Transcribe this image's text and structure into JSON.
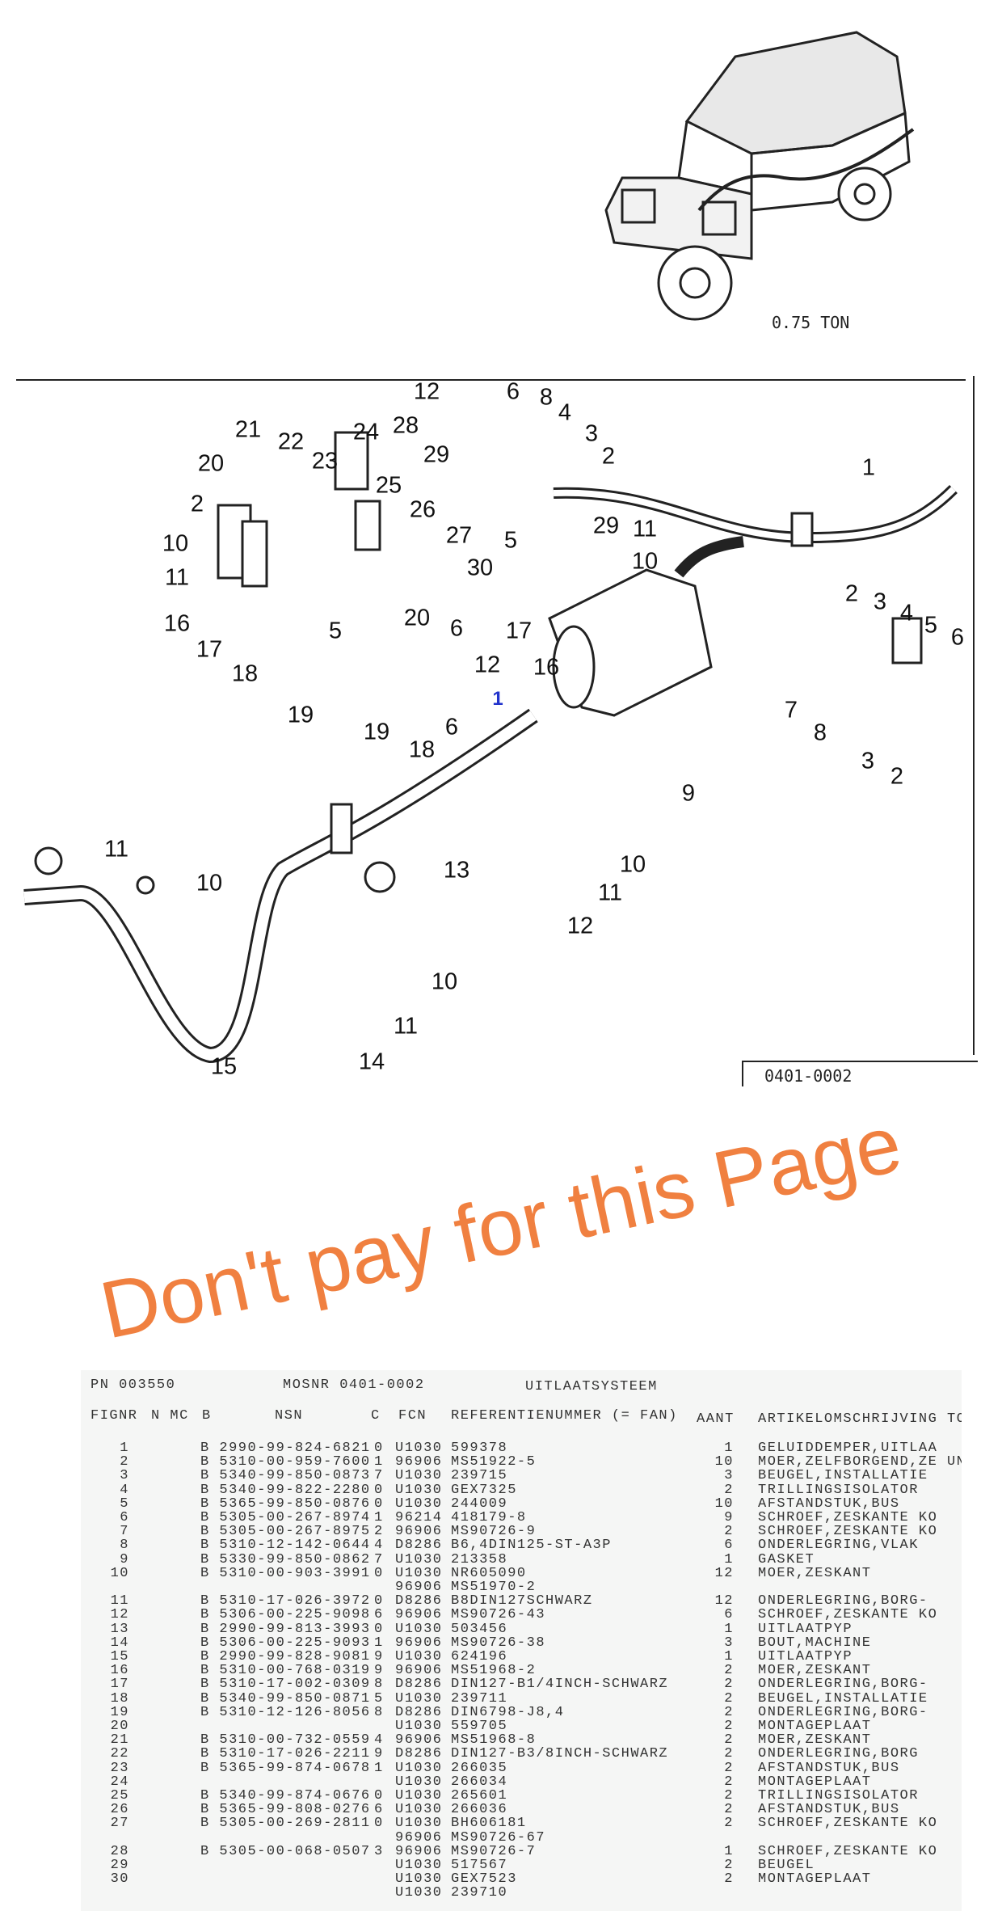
{
  "vehicle_label": "0.75 TON",
  "diagram": {
    "figure_number": "0401-0002",
    "callouts": [
      "12",
      "6",
      "8",
      "28",
      "4",
      "29",
      "3",
      "21",
      "22",
      "24",
      "2",
      "1",
      "20",
      "23",
      "25",
      "26",
      "2",
      "29",
      "11",
      "27",
      "10",
      "30",
      "5",
      "10",
      "11",
      "2",
      "3",
      "4",
      "5",
      "6",
      "16",
      "20",
      "5",
      "6",
      "17",
      "17",
      "16",
      "12",
      "18",
      "7",
      "8",
      "19",
      "19",
      "6",
      "18",
      "3",
      "2",
      "9",
      "11",
      "10",
      "13",
      "10",
      "11",
      "12",
      "10",
      "11",
      "15",
      "14"
    ],
    "highlight_callout": "1"
  },
  "watermark": "Don't pay for this Page",
  "table": {
    "pn": "PN 003550",
    "mosnr": "MOSNR 0401-0002",
    "title": "UITLAATSYSTEEM",
    "headers": {
      "fignr": "FIGNR",
      "nmc": "N MC",
      "b": "B",
      "nsn": "NSN",
      "c": "C",
      "fcn": "FCN",
      "ref": "REFERENTIENUMMER (= FAN)",
      "aant": "AANT",
      "desc": "ARTIKELOMSCHRIJVING TOE"
    },
    "rows": [
      {
        "fig": "1",
        "nsn": "B 2990-99-824-6821",
        "c": "0",
        "fcn": "U1030",
        "ref": "599378",
        "aant": "1",
        "desc": "GELUIDDEMPER,UITLAA"
      },
      {
        "fig": "2",
        "nsn": "B 5310-00-959-7600",
        "c": "1",
        "fcn": "96906",
        "ref": "MS51922-5",
        "aant": "10",
        "desc": "MOER,ZELFBORGEND,ZE UNF"
      },
      {
        "fig": "3",
        "nsn": "B 5340-99-850-0873",
        "c": "7",
        "fcn": "U1030",
        "ref": "239715",
        "aant": "3",
        "desc": "BEUGEL,INSTALLATIE"
      },
      {
        "fig": "4",
        "nsn": "B 5340-99-822-2280",
        "c": "0",
        "fcn": "U1030",
        "ref": "GEX7325",
        "aant": "2",
        "desc": "TRILLINGSISOLATOR"
      },
      {
        "fig": "5",
        "nsn": "B 5365-99-850-0876",
        "c": "0",
        "fcn": "U1030",
        "ref": "244009",
        "aant": "10",
        "desc": "AFSTANDSTUK,BUS"
      },
      {
        "fig": "6",
        "nsn": "B 5305-00-267-8974",
        "c": "1",
        "fcn": "96214",
        "ref": "418179-8",
        "aant": "9",
        "desc": "SCHROEF,ZESKANTE KO"
      },
      {
        "fig": "7",
        "nsn": "B 5305-00-267-8975",
        "c": "2",
        "fcn": "96906",
        "ref": "MS90726-9",
        "aant": "2",
        "desc": "SCHROEF,ZESKANTE KO"
      },
      {
        "fig": "8",
        "nsn": "B 5310-12-142-0644",
        "c": "4",
        "fcn": "D8286",
        "ref": "B6,4DIN125-ST-A3P",
        "aant": "6",
        "desc": "ONDERLEGRING,VLAK"
      },
      {
        "fig": "9",
        "nsn": "B 5330-99-850-0862",
        "c": "7",
        "fcn": "U1030",
        "ref": "213358",
        "aant": "1",
        "desc": "GASKET"
      },
      {
        "fig": "10",
        "nsn": "B 5310-00-903-3991",
        "c": "0",
        "fcn": "U1030",
        "ref": "NR605090",
        "aant": "12",
        "desc": "MOER,ZESKANT"
      },
      {
        "fig": "",
        "nsn": "",
        "c": "",
        "fcn": "96906",
        "ref": "MS51970-2",
        "aant": "",
        "desc": ""
      },
      {
        "fig": "11",
        "nsn": "B 5310-17-026-3972",
        "c": "0",
        "fcn": "D8286",
        "ref": "B8DIN127SCHWARZ",
        "aant": "12",
        "desc": "ONDERLEGRING,BORG-"
      },
      {
        "fig": "12",
        "nsn": "B 5306-00-225-9098",
        "c": "6",
        "fcn": "96906",
        "ref": "MS90726-43",
        "aant": "6",
        "desc": "SCHROEF,ZESKANTE KO"
      },
      {
        "fig": "13",
        "nsn": "B 2990-99-813-3993",
        "c": "0",
        "fcn": "U1030",
        "ref": "503456",
        "aant": "1",
        "desc": "UITLAATPYP"
      },
      {
        "fig": "14",
        "nsn": "B 5306-00-225-9093",
        "c": "1",
        "fcn": "96906",
        "ref": "MS90726-38",
        "aant": "3",
        "desc": "BOUT,MACHINE"
      },
      {
        "fig": "15",
        "nsn": "B 2990-99-828-9081",
        "c": "9",
        "fcn": "U1030",
        "ref": "624196",
        "aant": "1",
        "desc": "UITLAATPYP"
      },
      {
        "fig": "16",
        "nsn": "B 5310-00-768-0319",
        "c": "9",
        "fcn": "96906",
        "ref": "MS51968-2",
        "aant": "2",
        "desc": "MOER,ZESKANT"
      },
      {
        "fig": "17",
        "nsn": "B 5310-17-002-0309",
        "c": "8",
        "fcn": "D8286",
        "ref": "DIN127-B1/4INCH-SCHWARZ",
        "aant": "2",
        "desc": "ONDERLEGRING,BORG-"
      },
      {
        "fig": "18",
        "nsn": "B 5340-99-850-0871",
        "c": "5",
        "fcn": "U1030",
        "ref": "239711",
        "aant": "2",
        "desc": "BEUGEL,INSTALLATIE"
      },
      {
        "fig": "19",
        "nsn": "B 5310-12-126-8056",
        "c": "8",
        "fcn": "D8286",
        "ref": "DIN6798-J8,4",
        "aant": "2",
        "desc": "ONDERLEGRING,BORG-"
      },
      {
        "fig": "20",
        "nsn": "",
        "c": "",
        "fcn": "U1030",
        "ref": "559705",
        "aant": "2",
        "desc": "MONTAGEPLAAT"
      },
      {
        "fig": "21",
        "nsn": "B 5310-00-732-0559",
        "c": "4",
        "fcn": "96906",
        "ref": "MS51968-8",
        "aant": "2",
        "desc": "MOER,ZESKANT"
      },
      {
        "fig": "22",
        "nsn": "B 5310-17-026-2211",
        "c": "9",
        "fcn": "D8286",
        "ref": "DIN127-B3/8INCH-SCHWARZ",
        "aant": "2",
        "desc": "ONDERLEGRING,BORG"
      },
      {
        "fig": "23",
        "nsn": "B 5365-99-874-0678",
        "c": "1",
        "fcn": "U1030",
        "ref": "266035",
        "aant": "2",
        "desc": "AFSTANDSTUK,BUS"
      },
      {
        "fig": "24",
        "nsn": "",
        "c": "",
        "fcn": "U1030",
        "ref": "266034",
        "aant": "2",
        "desc": "MONTAGEPLAAT"
      },
      {
        "fig": "25",
        "nsn": "B 5340-99-874-0676",
        "c": "0",
        "fcn": "U1030",
        "ref": "265601",
        "aant": "2",
        "desc": "TRILLINGSISOLATOR"
      },
      {
        "fig": "26",
        "nsn": "B 5365-99-808-0276",
        "c": "6",
        "fcn": "U1030",
        "ref": "266036",
        "aant": "2",
        "desc": "AFSTANDSTUK,BUS"
      },
      {
        "fig": "27",
        "nsn": "B 5305-00-269-2811",
        "c": "0",
        "fcn": "U1030",
        "ref": "BH606181",
        "aant": "2",
        "desc": "SCHROEF,ZESKANTE KO"
      },
      {
        "fig": "",
        "nsn": "",
        "c": "",
        "fcn": "96906",
        "ref": "MS90726-67",
        "aant": "",
        "desc": ""
      },
      {
        "fig": "28",
        "nsn": "B 5305-00-068-0507",
        "c": "3",
        "fcn": "96906",
        "ref": "MS90726-7",
        "aant": "1",
        "desc": "SCHROEF,ZESKANTE KO"
      },
      {
        "fig": "29",
        "nsn": "",
        "c": "",
        "fcn": "U1030",
        "ref": "517567",
        "aant": "2",
        "desc": "BEUGEL"
      },
      {
        "fig": "30",
        "nsn": "",
        "c": "",
        "fcn": "U1030",
        "ref": "GEX7523",
        "aant": "2",
        "desc": "MONTAGEPLAAT"
      },
      {
        "fig": "",
        "nsn": "",
        "c": "",
        "fcn": "U1030",
        "ref": "239710",
        "aant": "",
        "desc": ""
      }
    ]
  }
}
